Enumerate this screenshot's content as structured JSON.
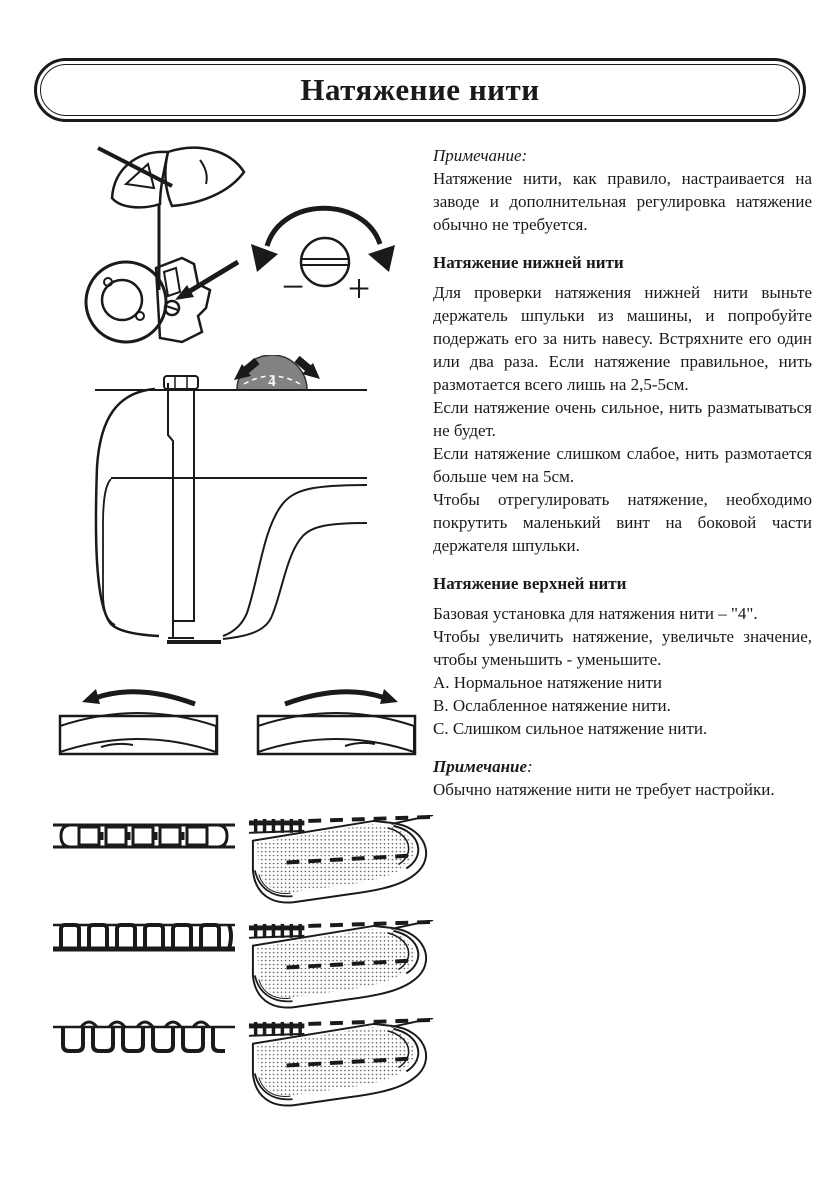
{
  "page": {
    "title": "Натяжение нити"
  },
  "content": {
    "note1_label": "Примечание:",
    "note1_text": "Натяжение нити, как правило, настраивается на заводе и дополнительная регулировка натяжение обычно не требуется.",
    "lower_tension": {
      "heading": "Натяжение нижней нити",
      "p1": "Для проверки натяжения нижней нити выньте держатель шпульки из машины, и попробуйте подержать его за нить навесу. Встряхните его один или два раза. Если натяжение правильное, нить размотается всего лишь на 2,5-5см.",
      "p2": "Если натяжение очень сильное, нить разматываться не будет.",
      "p3": "Если натяжение слишком слабое, нить размотается больше чем на 5см.",
      "p4": "Чтобы отрегулировать натяжение, необходимо покрутить маленький винт на боковой части держателя шпульки."
    },
    "upper_tension": {
      "heading": "Натяжение верхней нити",
      "p1": "Базовая установка для натяжения нити – \"4\".",
      "p2": "Чтобы увеличить натяжение, увеличьте значение, чтобы уменьшить  - уменьшите.",
      "items": [
        "A. Нормальное натяжение нити",
        "B. Ослабленное натяжение нити.",
        "C. Слишком сильное натяжение нити."
      ]
    },
    "note2_label": "Примечание",
    "note2_colon": ":",
    "note2_text": "Обычно натяжение нити не требует настройки."
  },
  "illustrations": {
    "tension_dial_value": "4",
    "decrease_symbol": "−",
    "increase_symbol": "+"
  }
}
